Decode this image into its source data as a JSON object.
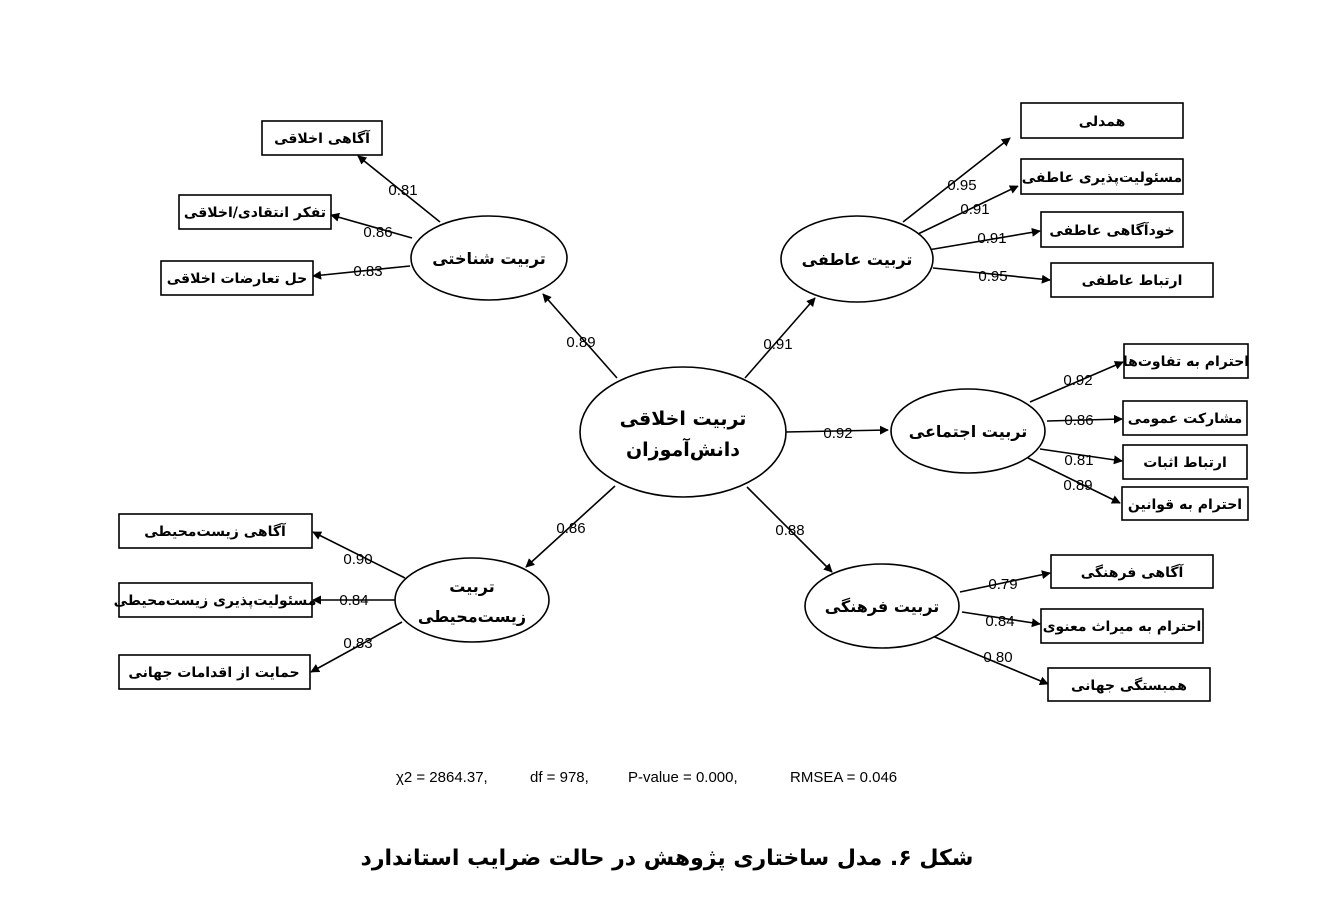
{
  "center": {
    "line1": "تربیت اخلاقی",
    "line2": "دانش‌آموزان"
  },
  "factors": [
    {
      "id": "cognitive",
      "name": "تربیت شناختی",
      "coef": "0.89",
      "indicators": [
        {
          "label": "آگاهی اخلاقی",
          "coef": "0.81"
        },
        {
          "label": "تفکر انتقادی/اخلاقی",
          "coef": "0.86"
        },
        {
          "label": "حل تعارضات اخلاقی",
          "coef": "0.83"
        }
      ]
    },
    {
      "id": "emotional",
      "name": "تربیت عاطفی",
      "coef": "0.91",
      "indicators": [
        {
          "label": "همدلی",
          "coef": "0.95"
        },
        {
          "label": "مسئولیت‌پذیری عاطفی",
          "coef": "0.91"
        },
        {
          "label": "خودآگاهی عاطفی",
          "coef": "0.91"
        },
        {
          "label": "ارتباط عاطفی",
          "coef": "0.95"
        }
      ]
    },
    {
      "id": "social",
      "name": "تربیت اجتماعی",
      "coef": "0.92",
      "indicators": [
        {
          "label": "احترام به تفاوت‌ها",
          "coef": "0.92"
        },
        {
          "label": "مشارکت عمومی",
          "coef": "0.86"
        },
        {
          "label": "ارتباط اثبات",
          "coef": "0.81"
        },
        {
          "label": "احترام به قوانین",
          "coef": "0.89"
        }
      ]
    },
    {
      "id": "cultural",
      "name": "تربیت فرهنگی",
      "coef": "0.88",
      "indicators": [
        {
          "label": "آگاهی فرهنگی",
          "coef": "0.79"
        },
        {
          "label": "احترام به میراث معنوی",
          "coef": "0.84"
        },
        {
          "label": "همبستگی جهانی",
          "coef": "0.80"
        }
      ]
    },
    {
      "id": "environmental",
      "name_line1": "تربیت",
      "name_line2": "زیست‌محیطی",
      "coef": "0.86",
      "indicators": [
        {
          "label": "آگاهی زیست‌محیطی",
          "coef": "0.90"
        },
        {
          "label": "مسئولیت‌پذیری زیست‌محیطی",
          "coef": "0.84"
        },
        {
          "label": "حمایت از اقدامات جهانی",
          "coef": "0.83"
        }
      ]
    }
  ],
  "fit": {
    "chi2": "χ2 = 2864.37,",
    "df": "df = 978,",
    "pvalue": "P-value = 0.000,",
    "rmsea": "RMSEA = 0.046"
  },
  "caption": "شکل ۶. مدل ساختاری پژوهش در حالت ضرایب استاندارد"
}
